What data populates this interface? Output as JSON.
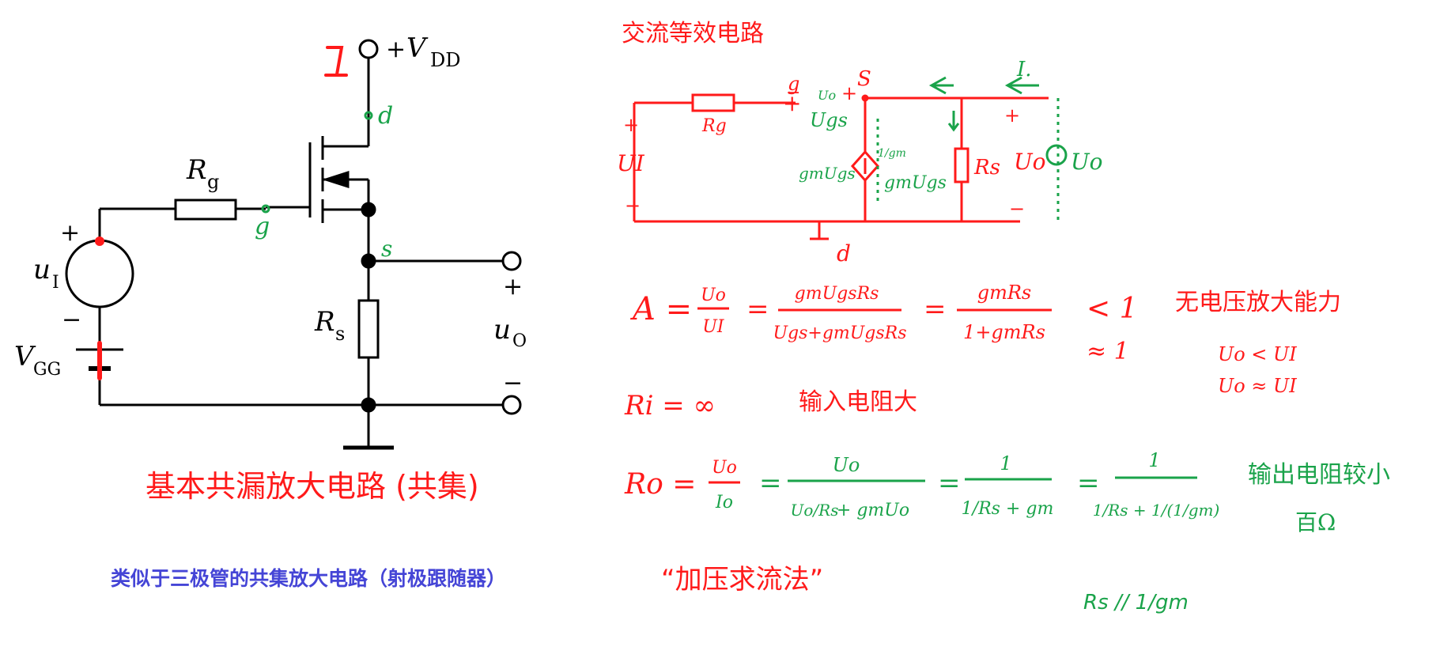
{
  "colors": {
    "ink": "#000000",
    "red": "#ff1a1a",
    "green": "#1aa34a",
    "caption": "#4545d6"
  },
  "schematic": {
    "vdd_sign": "+",
    "vdd_symbol": "V",
    "vdd_subscript": "DD",
    "rg_symbol": "R",
    "rg_subscript": "g",
    "rs_symbol": "R",
    "rs_subscript": "s",
    "input_symbol": "u",
    "input_subscript": "I",
    "input_plus": "+",
    "input_minus": "−",
    "vgg_symbol": "V",
    "vgg_subscript": "GG",
    "output_symbol": "u",
    "output_subscript": "O",
    "output_plus": "+",
    "output_minus": "−",
    "node_d": "d",
    "node_g": "g",
    "node_s": "s",
    "title": "基本共漏放大电路 (共集)"
  },
  "caption": "类似于三极管的共集放大电路（射极跟随器）",
  "ac_circuit": {
    "title": "交流等效电路",
    "node_g": "g",
    "node_s": "S",
    "node_d": "d",
    "rg": "Rg",
    "rs": "Rs",
    "ui": "UI",
    "uo_right": "Uo",
    "uo_source": "Uo",
    "io": "I.",
    "uo_small": "Uo",
    "ugs": "Ugs",
    "source_left": "gmUgs",
    "source_right": "gmUgs",
    "one_over_gm": "1/gm",
    "plus_g": "+",
    "plus_s": "+",
    "plus_left": "+",
    "minus_left": "−",
    "plus_right": "+",
    "minus_right": "−",
    "minus_g": "−"
  },
  "equations": {
    "gain_lhs": "A =",
    "gain_frac_num": "Uo",
    "gain_frac_den": "UI",
    "gain_expr_num": "gmUgsRs",
    "gain_expr_den": "Ugs+gmUgsRs",
    "gain_result_num": "gmRs",
    "gain_result_den": "1+gmRs",
    "lt_one": "< 1",
    "approx_one": "≈ 1",
    "note_no_gain": "无电压放大能力",
    "note_uo_lt": "Uo < UI",
    "note_uo_approx": "Uo ≈ UI",
    "ri": "Ri = ∞",
    "ri_note": "输入电阻大",
    "ro_lhs": "Ro =",
    "ro_num": "Uo",
    "ro_den": "Io",
    "ro_expr_num": "Uo",
    "ro_expr_den_a": "Uo/Rs",
    "ro_expr_den_b": "+ gmUo",
    "ro_step2_num": "1",
    "ro_step2_den": "1/Rs + gm",
    "ro_step3_num": "1",
    "ro_step3_den": "1/Rs + 1/(1/gm)",
    "ro_note": "输出电阻较小",
    "ro_note2": "百Ω",
    "method": "“加压求流法”",
    "parallel": "Rs // 1/gm"
  }
}
